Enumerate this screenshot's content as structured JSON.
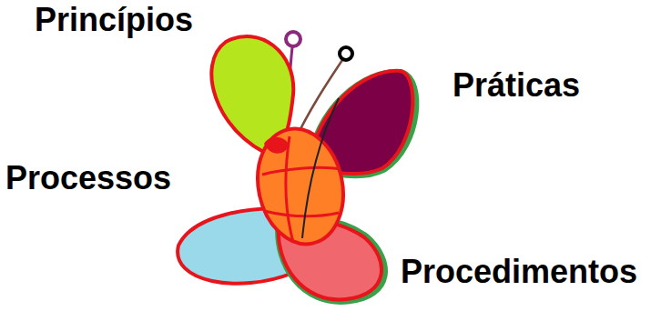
{
  "diagram": {
    "labels": [
      "Princípios",
      "Práticas",
      "Processos",
      "Procedimentos"
    ]
  }
}
